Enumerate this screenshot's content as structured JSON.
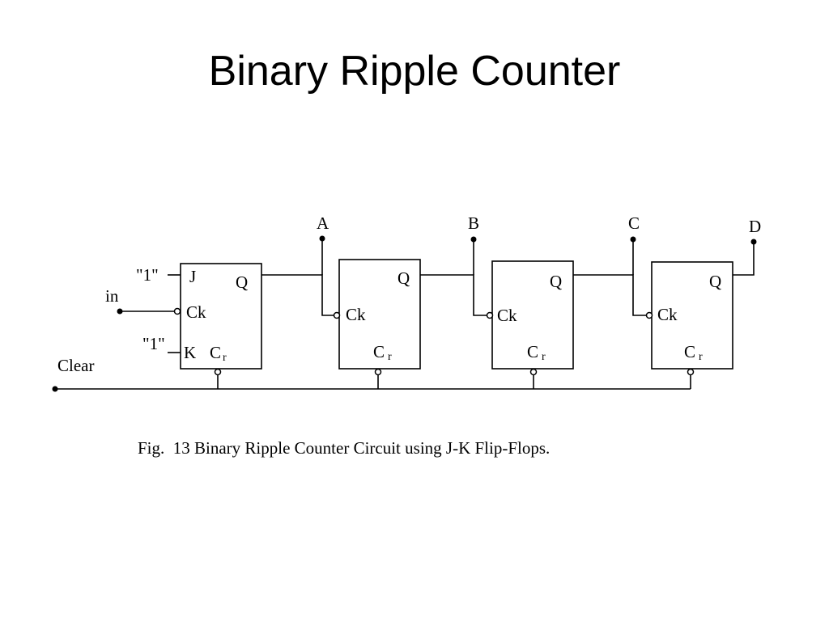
{
  "slide": {
    "title": "Binary Ripple Counter"
  },
  "circuit": {
    "input_label": "in",
    "clear_label": "Clear",
    "j_input_label": "\"1\"",
    "k_input_label": "\"1\"",
    "ff_pin_j": "J",
    "ff_pin_k": "K",
    "ff_pin_q": "Q",
    "ff_pin_ck": "Ck",
    "ff_pin_cr_main": "C",
    "ff_pin_cr_sub": "r",
    "outputs": [
      "A",
      "B",
      "C",
      "D"
    ]
  },
  "figure": {
    "caption": "Fig.  13 Binary Ripple Counter Circuit using J-K Flip-Flops."
  }
}
